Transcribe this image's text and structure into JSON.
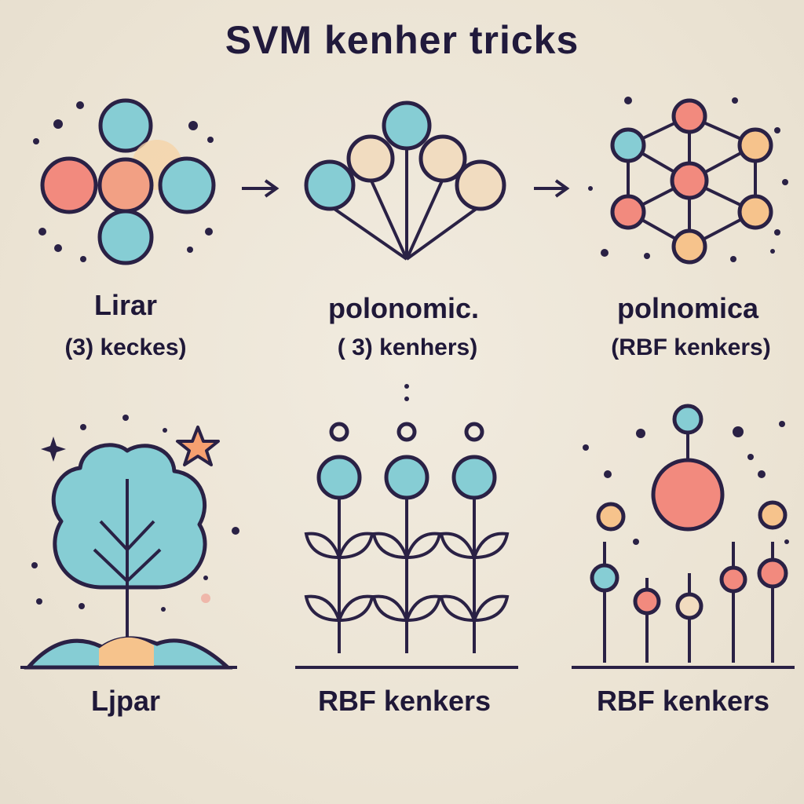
{
  "title": "SVM kenher tricks",
  "colors": {
    "background": "#ece5d6",
    "outline": "#2a2145",
    "teal": "#86cdd4",
    "coral": "#f28a7e",
    "peach": "#f6c38c",
    "beige": "#f1dcc0"
  },
  "panels": [
    {
      "label": "Lirar",
      "sublabel": "(3) keckes)",
      "icon": "overlapping-circles-icon"
    },
    {
      "label": "polonomic.",
      "sublabel": "( 3) kenhers)",
      "icon": "fan-circles-icon"
    },
    {
      "label": "polnomica",
      "sublabel": "(RBF kenkers)",
      "icon": "hexagon-network-icon"
    },
    {
      "label": "Ljpar",
      "icon": "tree-icon"
    },
    {
      "label": "RBF kenkers",
      "icon": "sprouts-icon"
    },
    {
      "label": "RBF kenkers",
      "icon": "lollipop-nodes-icon"
    }
  ],
  "arrows": [
    "arrow-right-icon",
    "arrow-right-icon"
  ]
}
